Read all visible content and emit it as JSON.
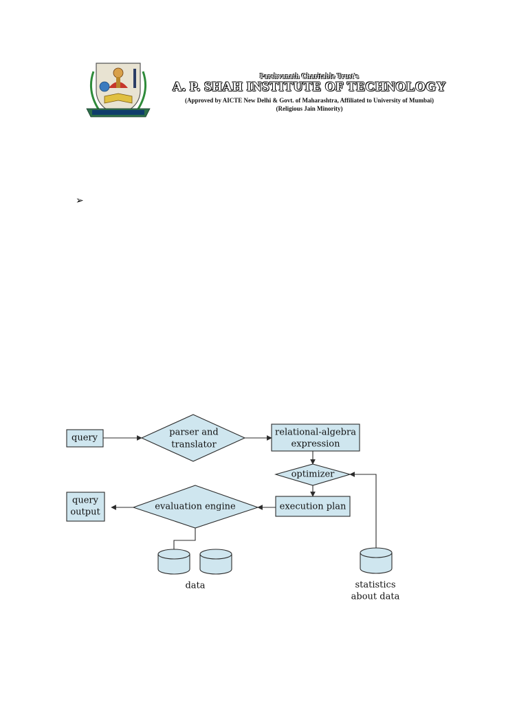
{
  "letterhead": {
    "trust": "Parshvanath Charitable Trust's",
    "institute": "A. P. SHAH INSTITUTE OF TECHNOLOGY",
    "approval": "(Approved by AICTE New Delhi & Govt. of Maharashtra, Affiliated to University of Mumbai)",
    "minority": "(Religious Jain Minority)"
  },
  "bullet": "➢",
  "diagram": {
    "query": "query",
    "parser_line1": "parser and",
    "parser_line2": "translator",
    "relalg_line1": "relational-algebra",
    "relalg_line2": "expression",
    "optimizer": "optimizer",
    "execution_plan": "execution plan",
    "evaluation_engine": "evaluation engine",
    "output_line1": "query",
    "output_line2": "output",
    "data": "data",
    "stats_line1": "statistics",
    "stats_line2": "about data"
  },
  "colors": {
    "node_fill": "#cfe6ef",
    "stroke": "#2b2b2b"
  }
}
